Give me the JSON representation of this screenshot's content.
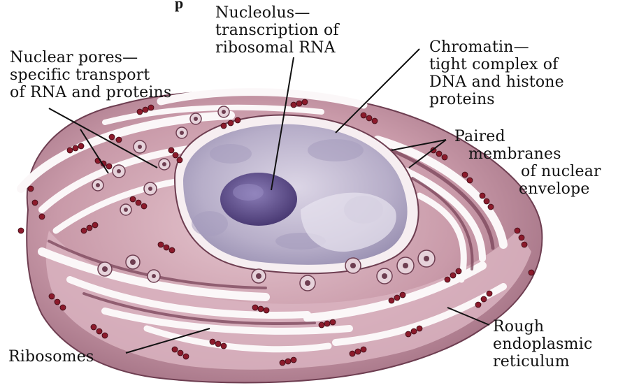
{
  "header_fragment": "p",
  "colors": {
    "cytoplasm_pink": "#c99aa9",
    "cytoplasm_dark": "#8a5468",
    "membrane_white": "#fbf7f8",
    "nucleus_lilac": "#b7aec9",
    "nucleolus": "#5c4c87",
    "ribosome_red": "#8b1a2b",
    "label_text": "#111111"
  },
  "labels": {
    "nucleolus": [
      "Nucleolus—",
      "transcription of",
      "ribosomal RNA"
    ],
    "chromatin": [
      "Chromatin—",
      "tight complex of",
      "DNA and histone",
      "proteins"
    ],
    "nuclear_pores": [
      "Nuclear pores—",
      "specific transport",
      "of RNA and proteins"
    ],
    "paired_membranes": [
      "Paired",
      "membranes",
      "of nuclear",
      "envelope"
    ],
    "rough_er": [
      "Rough",
      "endoplasmic",
      "reticulum"
    ],
    "ribosomes": [
      "Ribosomes"
    ]
  }
}
